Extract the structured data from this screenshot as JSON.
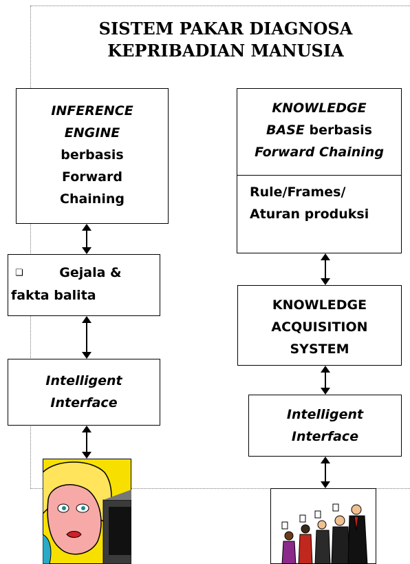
{
  "title": {
    "line1": "SISTEM PAKAR DIAGNOSA",
    "line2": "KEPRIBADIAN MANUSIA"
  },
  "left": {
    "inference_engine": {
      "line1": "INFERENCE",
      "line2": "ENGINE",
      "line3": "berbasis",
      "line4": "Forward",
      "line5": "Chaining"
    },
    "facts": {
      "bullet": "❏",
      "line1": "Gejala &",
      "line2": "fakta balita"
    },
    "interface": {
      "line1": "Intelligent",
      "line2": "Interface"
    },
    "user_picture": "woman-at-computer-clipart"
  },
  "right": {
    "knowledge_base": {
      "line1": "KNOWLEDGE",
      "line2_italic": "BASE",
      "line2_rest": " berbasis",
      "line3": "Forward Chaining",
      "rules_line1": "Rule/Frames/",
      "rules_line2": "Aturan produksi"
    },
    "acquisition": {
      "line1": "KNOWLEDGE",
      "line2": "ACQUISITION",
      "line3": "SYSTEM"
    },
    "interface": {
      "line1": "Intelligent",
      "line2": "Interface"
    },
    "experts_picture": "group-of-experts-clipart"
  }
}
